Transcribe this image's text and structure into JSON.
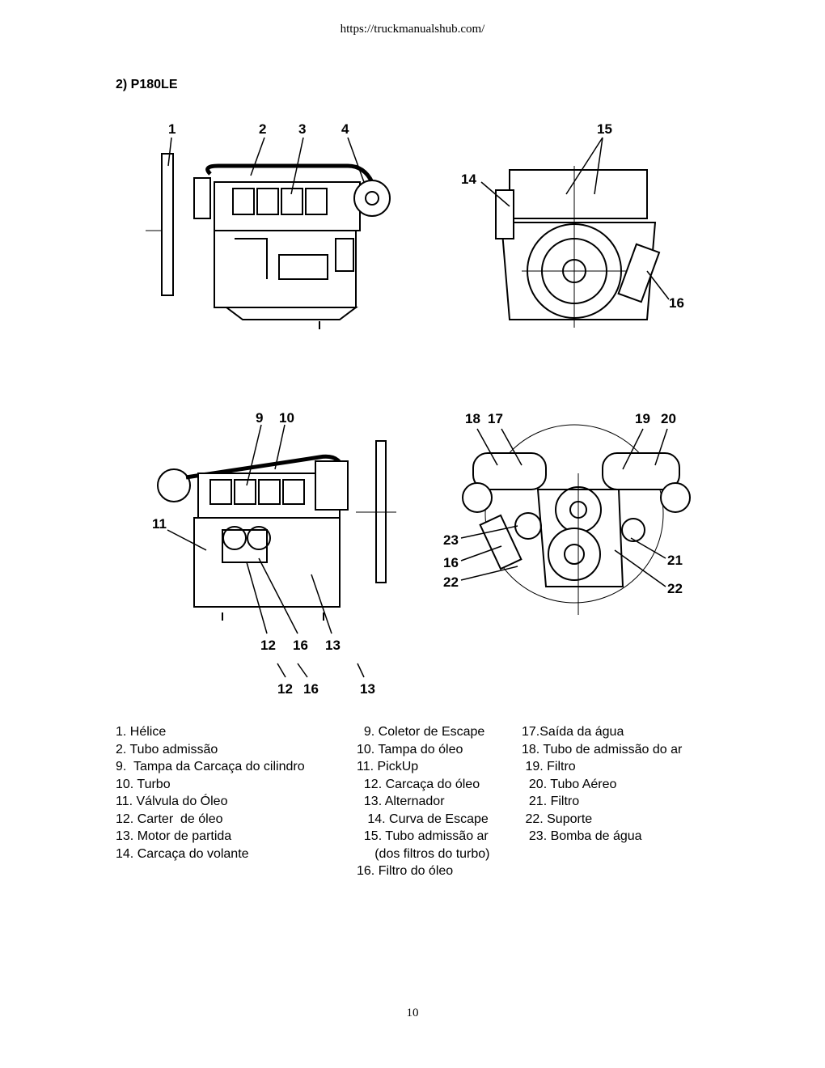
{
  "header": {
    "url": "https://truckmanualshub.com/"
  },
  "section": {
    "title": "2) P180LE"
  },
  "callouts": {
    "side_left": [
      "1",
      "2",
      "3",
      "4"
    ],
    "front": [
      "14",
      "15",
      "16"
    ],
    "side_right": [
      "9",
      "10",
      "11",
      "12",
      "16",
      "13"
    ],
    "side_right_repeat": [
      "12",
      "16",
      "13"
    ],
    "rear": [
      "18",
      "17",
      "19",
      "20",
      "23",
      "16",
      "22",
      "21",
      "22"
    ]
  },
  "legend": {
    "col1": [
      "1. Hélice",
      "2. Tubo admissão",
      "9.  Tampa da Carcaça do cilindro",
      "10. Turbo",
      "11. Válvula do Óleo",
      "12. Carter  de óleo",
      "13. Motor de partida",
      "14. Carcaça do volante"
    ],
    "col2": [
      "  9. Coletor de Escape",
      "10. Tampa do óleo",
      "11. PickUp",
      "  12. Carcaça do óleo",
      "  13. Alternador",
      "   14. Curva de Escape",
      "  15. Tubo admissão ar",
      "     (dos filtros do turbo)",
      "16. Filtro do óleo"
    ],
    "col3": [
      "17.Saída da água",
      "18. Tubo de admissão do ar",
      " 19. Filtro",
      "  20. Tubo Aéreo",
      "  21. Filtro",
      " 22. Suporte",
      "  23. Bomba de água"
    ]
  },
  "footer": {
    "page_number": "10"
  }
}
